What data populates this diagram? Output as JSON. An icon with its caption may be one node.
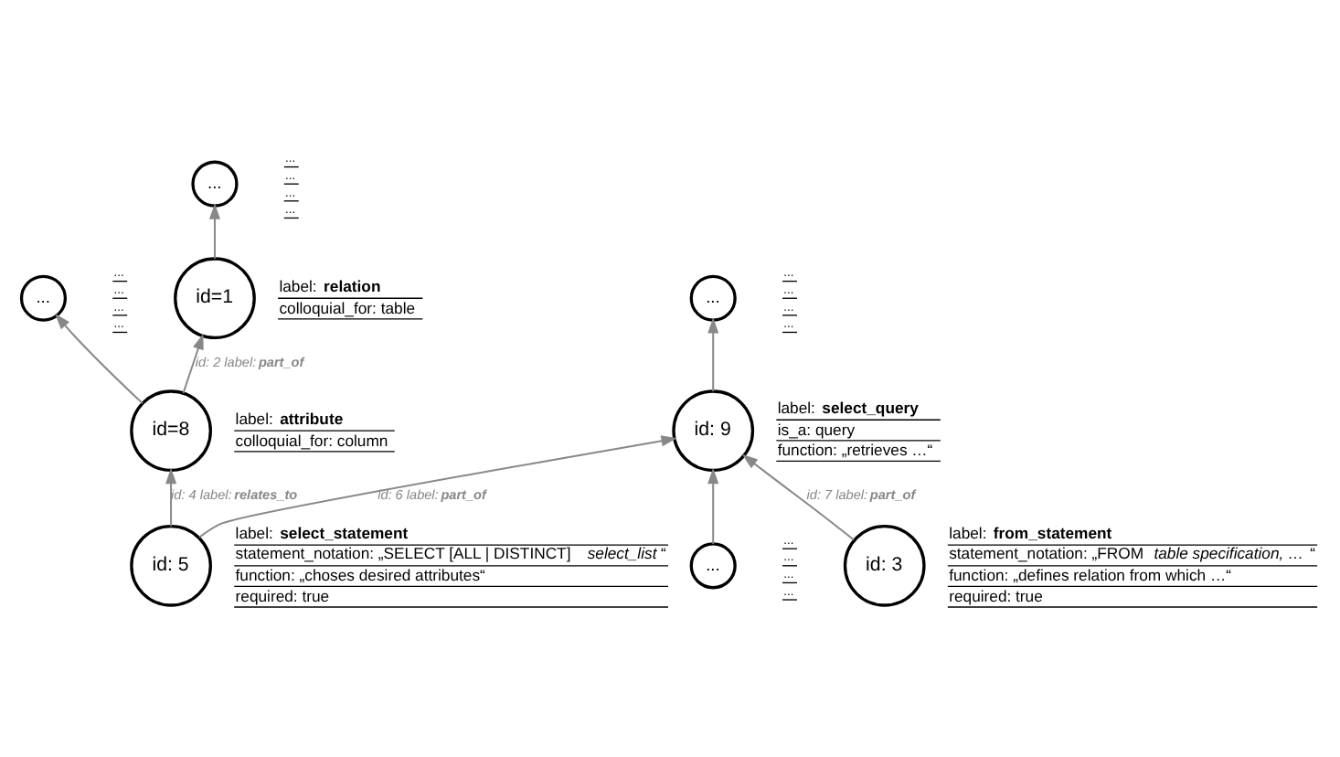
{
  "diagram": {
    "nodes": [
      {
        "text": [
          "..."
        ],
        "beside": [
          "...",
          "...",
          "...",
          "..."
        ]
      },
      {
        "text": [
          "id=8"
        ],
        "beside": [
          "label: **attribute**",
          "colloquial_for: column"
        ]
      },
      {
        "text": [
          "..."
        ],
        "beside": [
          "...",
          "...",
          "...",
          "..."
        ]
      },
      {
        "text": [
          "..."
        ],
        "beside": [
          "...",
          "...",
          "...",
          "..."
        ]
      },
      {
        "text": [
          "id: 9"
        ],
        "beside": [
          "label: **select_query**",
          "is_a: query",
          "function: „retrieves …“"
        ]
      },
      {
        "text": [
          "id=1"
        ],
        "beside": [
          "label: **relation**",
          "colloquial_for: table"
        ]
      },
      {
        "text": [
          "..."
        ],
        "beside": [
          "...",
          "...",
          "...",
          "..."
        ]
      },
      {
        "text": [
          "id: 5"
        ],
        "beside": [
          "label: **select_statement**",
          "statement_notation: „SELECT [ALL | DISTINCT] *select_list*“",
          "function: „choses desired attributes“",
          "required: true"
        ]
      },
      {
        "text": [
          "id: 3"
        ],
        "beside": [
          "label: **from_statement**",
          "statement_notation: „FROM *table specification, …*“",
          "function: „defines relation from which …“",
          "required: true"
        ]
      }
    ],
    "edges": [
      {
        "from": 4,
        "to": 3,
        "arrow": "to"
      },
      {
        "from": 6,
        "to": 4,
        "arrow": "to"
      },
      {
        "from": 7,
        "to": 4,
        "arrow": "to",
        "label": "id: 6 label: **part_of**"
      },
      {
        "from": 8,
        "to": 4,
        "arrow": "to",
        "label": "id: 7 label: **part_of**"
      },
      {
        "from": 7,
        "to": 1,
        "arrow": "to",
        "label": "id: 4 label: **relates_to**"
      },
      {
        "from": 1,
        "to": 0,
        "arrow": "to"
      },
      {
        "from": 1,
        "to": 5,
        "arrow": "to",
        "label": "id: 2 label: **part_of**"
      },
      {
        "from": 5,
        "to": 2,
        "arrow": "to"
      }
    ]
  }
}
